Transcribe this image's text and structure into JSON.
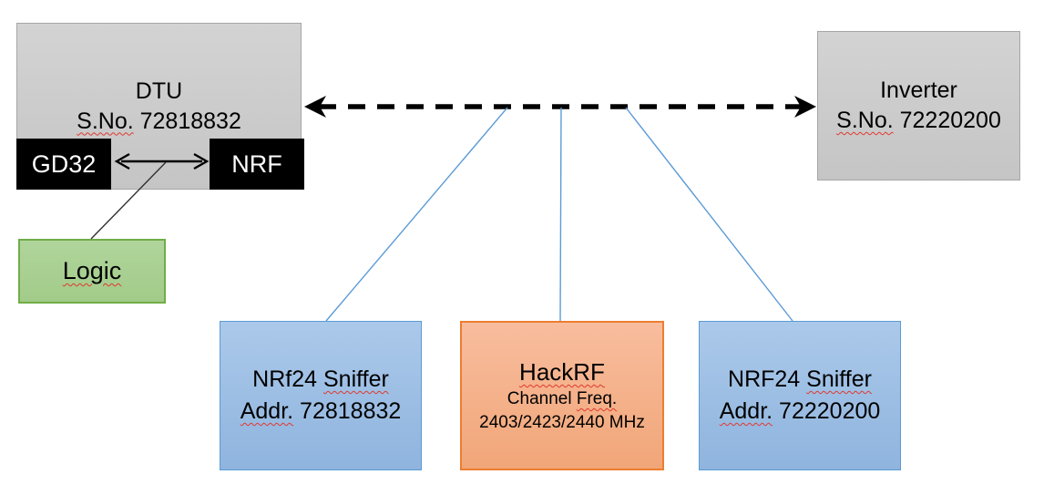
{
  "dtu": {
    "title": "DTU",
    "serial_label": "S.No.",
    "serial_number": "72818832",
    "gd32_label": "GD32",
    "nrf_label": "NRF"
  },
  "logic": {
    "label": "Logic"
  },
  "inverter": {
    "title": "Inverter",
    "serial_label": "S.No.",
    "serial_number": "72220200"
  },
  "sniffer_left": {
    "model": "NRf24",
    "name": "Sniffer",
    "addr_label": "Addr.",
    "addr_value": "72818832"
  },
  "hackrf": {
    "title": "HackRF",
    "subtitle_prefix": "Channel",
    "subtitle_word": "Freq.",
    "frequencies": "2403/2423/2440 MHz"
  },
  "sniffer_right": {
    "model": "NRF24",
    "name": "Sniffer",
    "addr_label": "Addr.",
    "addr_value": "72220200"
  },
  "colors": {
    "gray_fill": "#cccccc",
    "gray_border": "#a6a6a6",
    "black_fill": "#000000",
    "green_fill": "#a9d18e",
    "green_border": "#70ad47",
    "blue_fill": "#9dc3e6",
    "blue_border": "#5b9bd5",
    "orange_fill": "#f4b183",
    "orange_border": "#ed7d31",
    "connector_blue": "#5b9bd5",
    "arrow_black": "#000000",
    "spellcheck_red": "#e0392f"
  }
}
